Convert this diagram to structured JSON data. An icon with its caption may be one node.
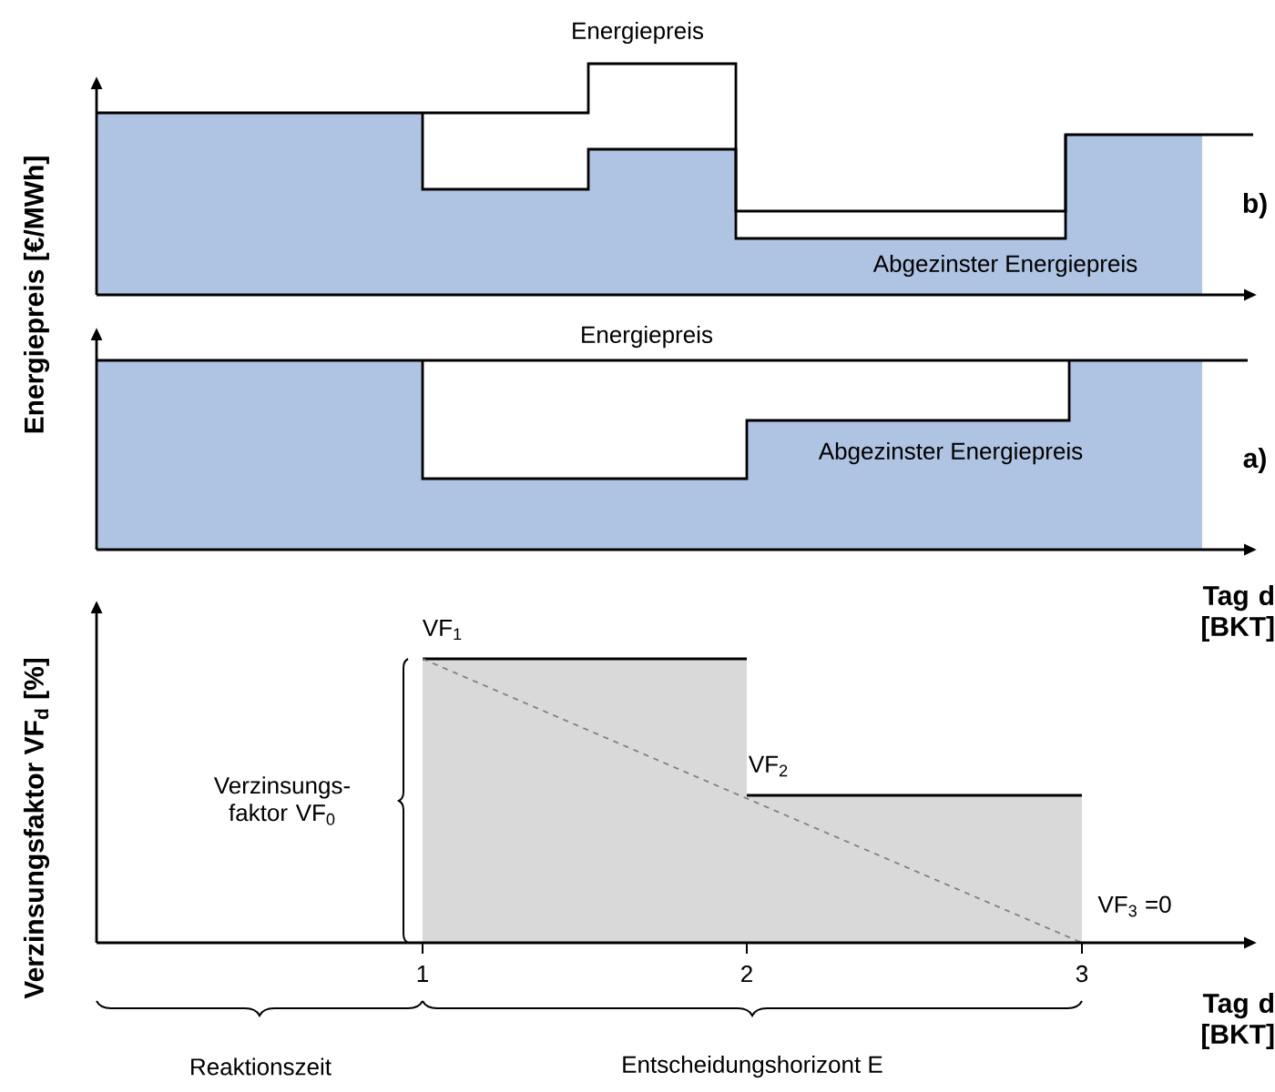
{
  "diagram": {
    "labels": [
      "Energiepreis",
      "Energiepreis [€/MWh]",
      "b)",
      "Abgezinster Energiepreis",
      "Energiepreis",
      "Abgezinster Energiepreis",
      "a)",
      "Tag d [BKT]",
      "Verzinsungsfaktor VF$_{d}$ [%]",
      "VF$_{1}$",
      "VF$_{2}$",
      "Verzinsungs- faktor VF$_{0}$",
      "VF$_{3}$ =0",
      "1",
      "2",
      "3",
      "Tag d [BKT]",
      "Reaktionszeit",
      "Entscheidungshorizont E"
    ]
  }
}
